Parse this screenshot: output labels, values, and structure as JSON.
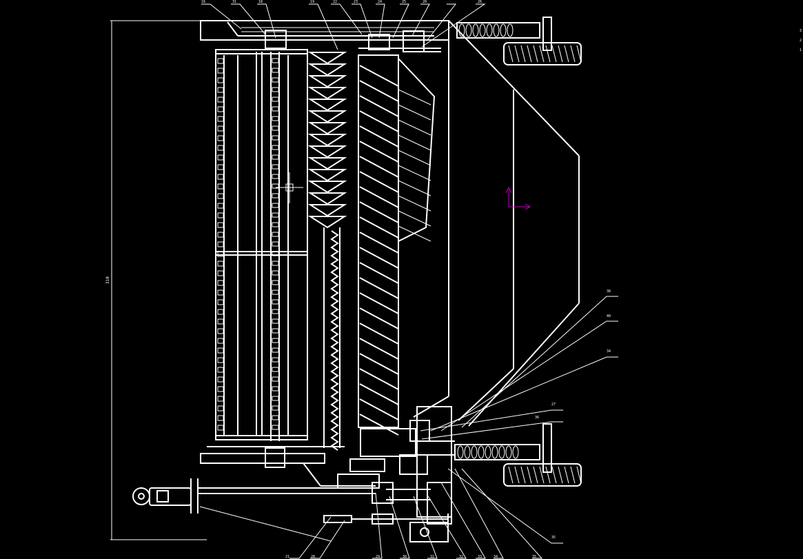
{
  "drawing": {
    "background": "#000000",
    "line_color": "#ffffff",
    "ucs_color": "#c000c0",
    "overall_dimension": "310",
    "callouts_top": [
      "16",
      "31",
      "18",
      "19",
      "22",
      "23",
      "24",
      "25",
      "20",
      "26"
    ],
    "callouts_right": [
      "38",
      "40",
      "34",
      "27",
      "36",
      "35"
    ],
    "callouts_bottom": [
      "21",
      "28",
      "29",
      "30",
      "31",
      "32",
      "33",
      "34",
      "35"
    ],
    "side_marks": [
      "3",
      "2",
      "1"
    ]
  }
}
